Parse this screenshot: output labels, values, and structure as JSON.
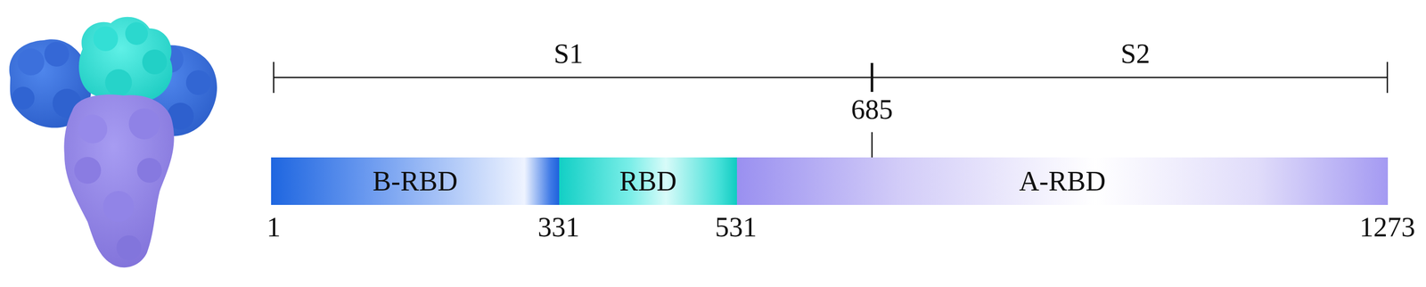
{
  "diagram": {
    "nodes": [
      {
        "text": [
          "B-RBD"
        ]
      },
      {
        "text": [
          "RBD"
        ]
      },
      {
        "text": [
          "A-RBD"
        ]
      }
    ],
    "labels": [
      "S1",
      "S2",
      "685",
      "1",
      "331",
      "531",
      "1273"
    ]
  }
}
